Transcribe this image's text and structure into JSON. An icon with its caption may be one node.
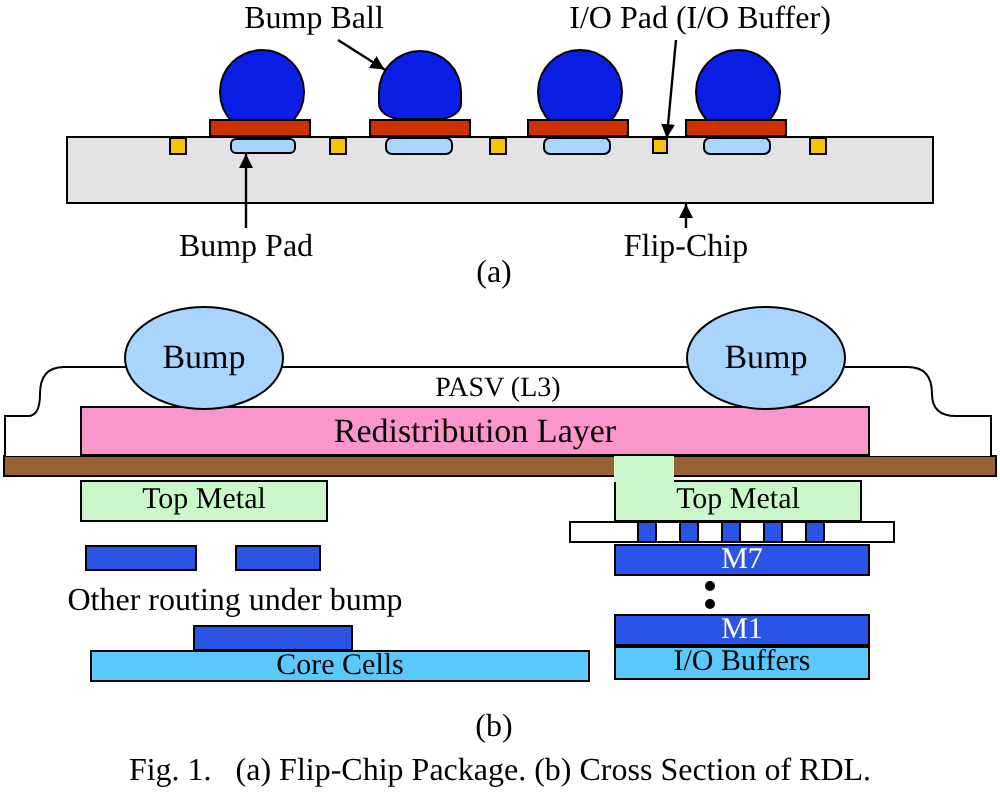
{
  "diagram": {
    "caption": "Fig. 1.   (a) Flip-Chip Package. (b) Cross Section of RDL.",
    "nodes": [
      {
        "text": [
          "Bump Ball"
        ]
      },
      {
        "text": [],
        "shape": "circle"
      },
      {
        "text": [
          "I/O Pad (I/O Buffer)"
        ]
      },
      {
        "text": [],
        "shape": "box"
      },
      {
        "text": [],
        "shape": "box",
        "in": 3
      },
      {
        "text": [],
        "shape": "box",
        "in": 3
      },
      {
        "text": [
          "Bump Pad"
        ]
      },
      {
        "text": [
          "Flip-Chip"
        ]
      },
      {
        "text": [
          "PASV (L3)"
        ]
      },
      {
        "text": [
          "Bump"
        ]
      },
      {
        "text": [
          "Bump"
        ]
      },
      {
        "text": [
          "Redistribution Layer"
        ],
        "in": 8
      },
      {
        "text": [
          "Top Metal"
        ]
      },
      {
        "text": [
          "Top Metal"
        ]
      },
      {
        "text": [
          "M7"
        ]
      },
      {
        "text": [
          "M1"
        ]
      },
      {
        "text": [
          "I/O Buffers"
        ]
      },
      {
        "text": [
          "Core Cells"
        ]
      }
    ],
    "edges": [
      {
        "from": 0,
        "to": 1,
        "arrow": "to"
      },
      {
        "from": 2,
        "to": 5,
        "arrow": "to"
      },
      {
        "from": 6,
        "to": 4,
        "arrow": "to"
      },
      {
        "from": 7,
        "to": 3,
        "arrow": "to"
      }
    ],
    "labels": [
      "(a)",
      "Other routing under bump",
      "(b)"
    ]
  }
}
